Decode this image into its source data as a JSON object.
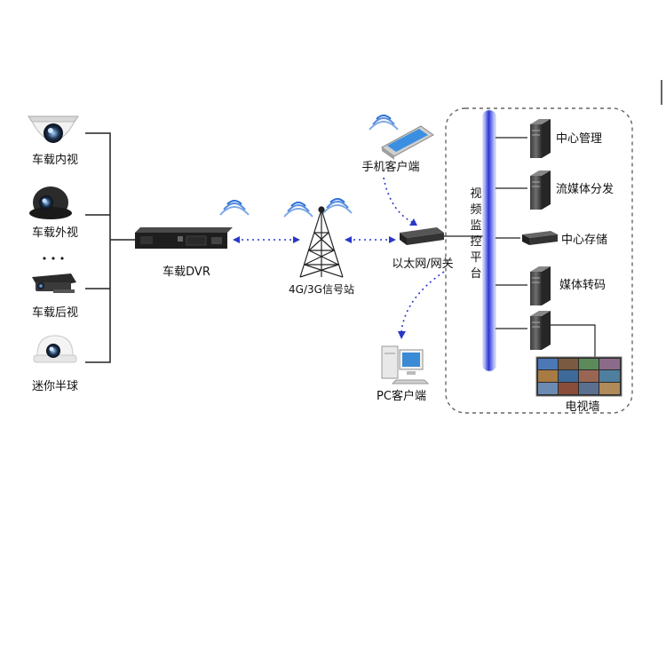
{
  "cameras": {
    "inner": "车载内视",
    "outer": "车载外视",
    "ellipsis": "• • •",
    "rear": "车载后视",
    "mini": "迷你半球"
  },
  "dvr": {
    "label": "车载DVR"
  },
  "tower": {
    "label": "4G/3G信号站"
  },
  "mobile": {
    "label": "手机客户端"
  },
  "gateway": {
    "label": "以太网/网关"
  },
  "pc": {
    "label": "PC客户端"
  },
  "platform": {
    "chars": [
      "视",
      "频",
      "监",
      "控",
      "平",
      "台"
    ]
  },
  "servers": {
    "center_mgmt": "中心管理",
    "stream_dist": "流媒体分发",
    "center_storage": "中心存储",
    "media_transcode": "媒体转码",
    "tv_wall": "电视墙"
  },
  "colors": {
    "bus_blue": "#2a35d6",
    "link_dot": "#2a37c8",
    "wave": "#2a6fd6"
  }
}
